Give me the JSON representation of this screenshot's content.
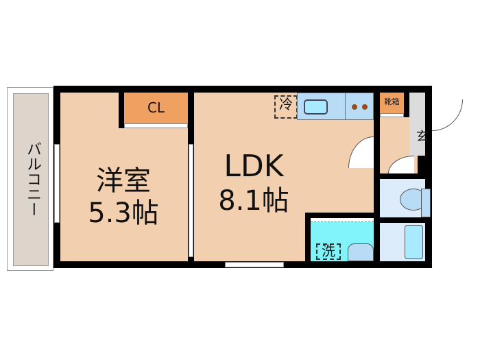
{
  "floorplan": {
    "rooms": {
      "balcony": {
        "label": "バルコニー",
        "color": "#ddd4cc"
      },
      "western_room": {
        "name": "洋室",
        "size": "5.3帖",
        "color": "#f2cfae"
      },
      "closet": {
        "label": "CL",
        "color": "#f0a162"
      },
      "ldk": {
        "name": "LDK",
        "size": "8.1帖",
        "color": "#f2cfae"
      },
      "shoe_box": {
        "label": "靴箱",
        "color": "#f0a162"
      },
      "entrance": {
        "label": "玄",
        "color": "#dcdcdc"
      },
      "toilet": {
        "color": "#dcecfa"
      },
      "bath": {
        "color": "#dcecfa"
      },
      "washroom": {
        "color": "#80f4f8"
      }
    },
    "symbols": {
      "fridge": "冷",
      "washer": "洗"
    },
    "colors": {
      "wall": "#000000",
      "kitchen_counter": "#b8dcf5",
      "sink": "#a8eaff",
      "stove_burner": "#9a4a1a"
    }
  }
}
